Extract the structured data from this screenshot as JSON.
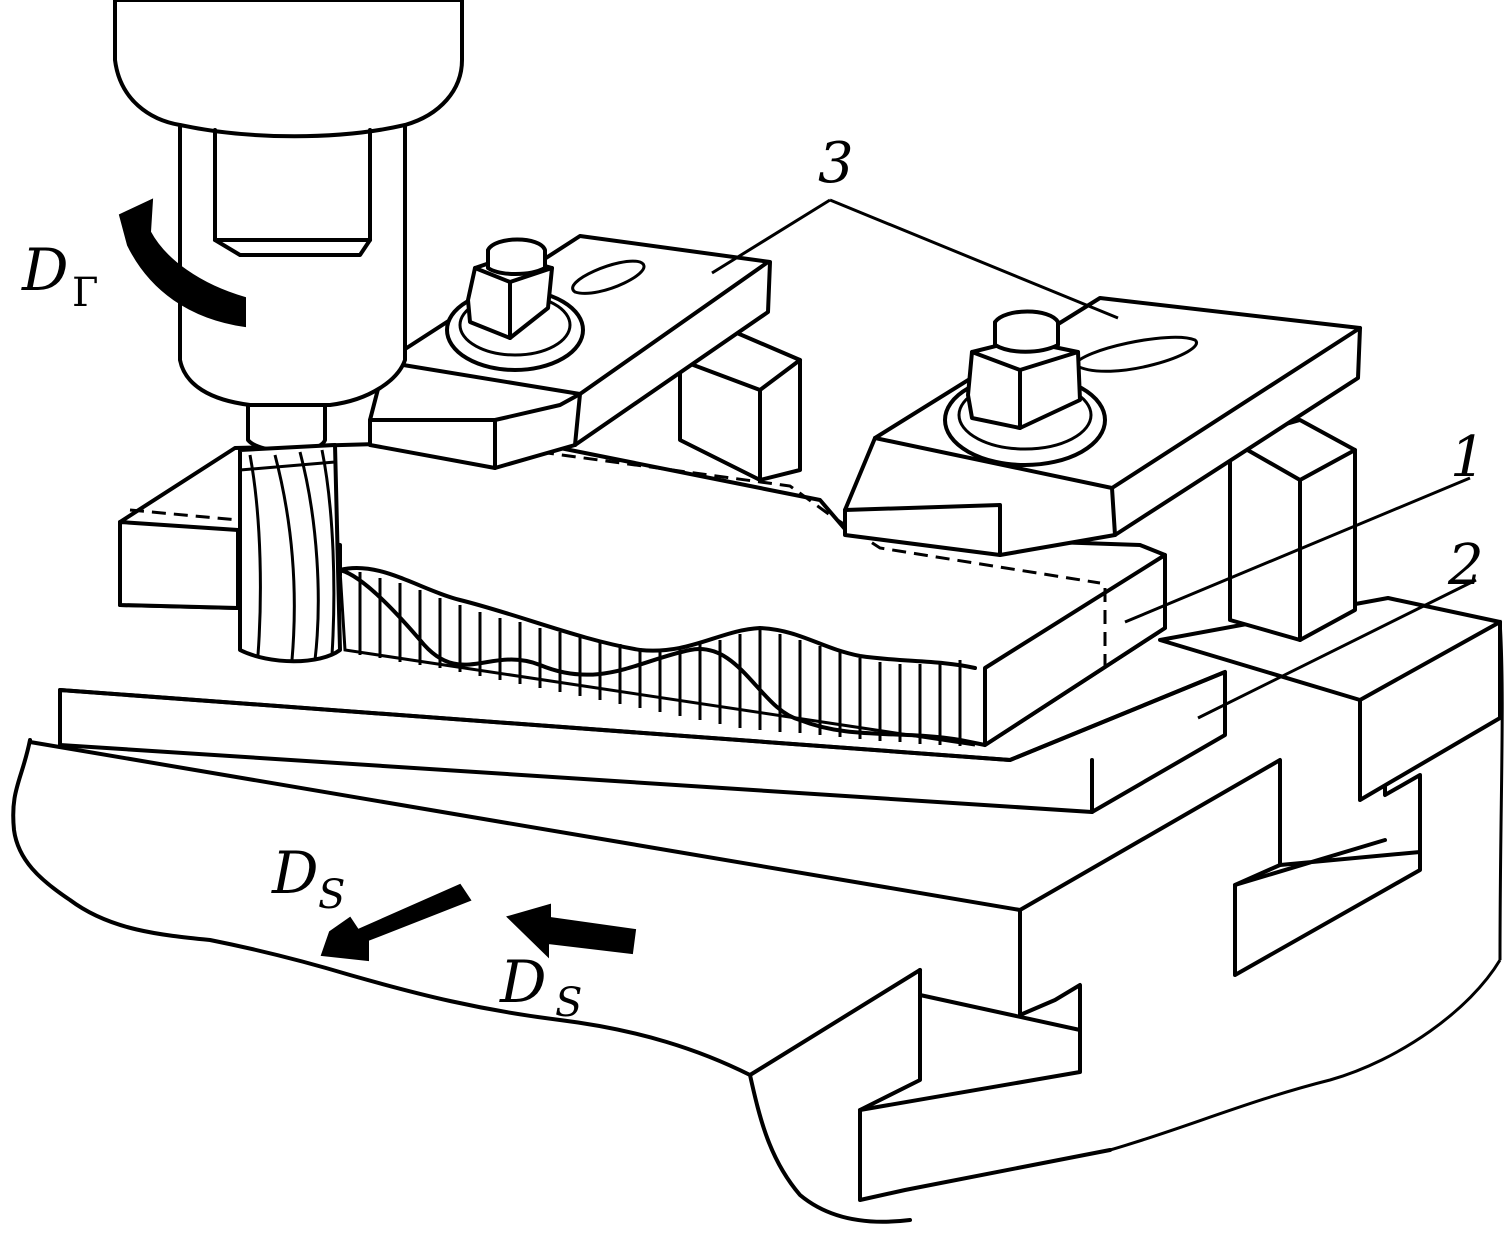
{
  "labels": {
    "rotation_main": "D",
    "rotation_sub": "Г",
    "feed_left_main": "D",
    "feed_left_sub": "S",
    "feed_right_main": "D",
    "feed_right_sub": "S",
    "callout_1": "1",
    "callout_2": "2",
    "callout_3": "3"
  }
}
